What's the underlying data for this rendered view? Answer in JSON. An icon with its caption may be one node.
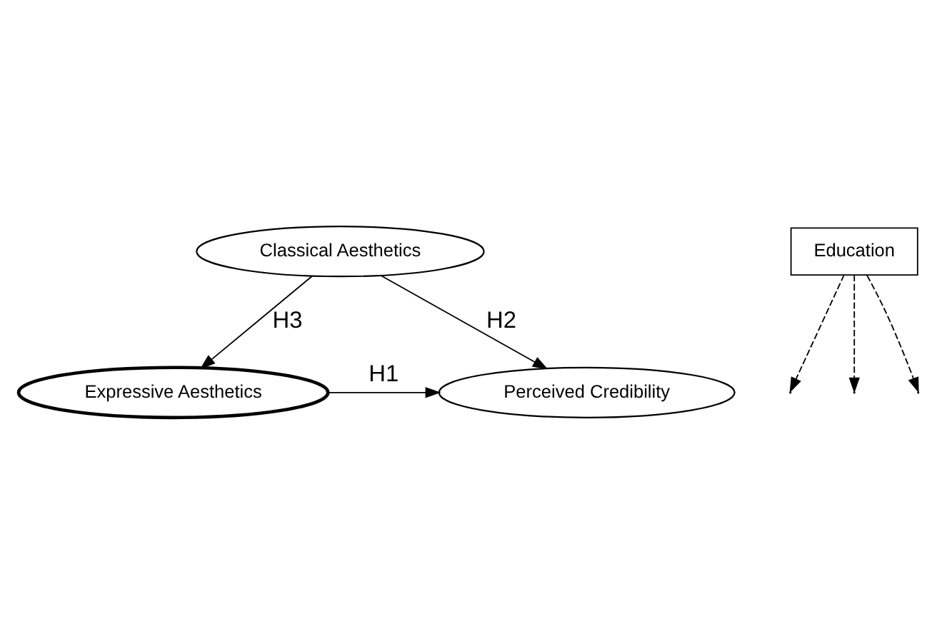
{
  "diagram": {
    "nodes": [
      {
        "text": [
          "Classical Aesthetics"
        ]
      },
      {
        "text": [
          "Expressive Aesthetics"
        ]
      },
      {
        "text": [
          "Perceived Credibility"
        ]
      },
      {
        "text": [
          "Education"
        ]
      }
    ],
    "edges": [
      {
        "from": 0,
        "to": 1,
        "arrow": "to",
        "label": "H3"
      },
      {
        "from": 0,
        "to": 2,
        "arrow": "to",
        "label": "H2"
      },
      {
        "from": 1,
        "to": 2,
        "arrow": "to",
        "label": "H1"
      },
      {
        "from": 3,
        "to": null,
        "arrow": "to",
        "style": "dashed"
      },
      {
        "from": 3,
        "to": null,
        "arrow": "to",
        "style": "dashed"
      },
      {
        "from": 3,
        "to": null,
        "arrow": "to",
        "style": "dashed"
      }
    ]
  }
}
